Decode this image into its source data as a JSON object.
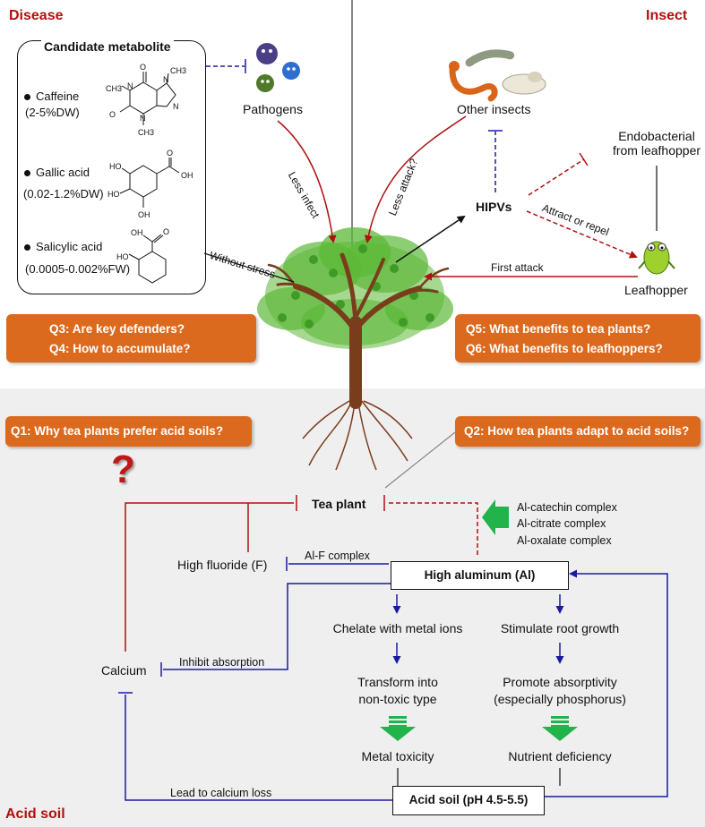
{
  "sections": {
    "disease": "Disease",
    "insect": "Insect",
    "acid_soil": "Acid soil"
  },
  "candidate": {
    "title": "Candidate metabolite",
    "items": [
      {
        "name": "Caffeine",
        "amount": "(2-5%DW)"
      },
      {
        "name": "Gallic acid",
        "amount": "(0.02-1.2%DW)"
      },
      {
        "name": "Salicylic acid",
        "amount": "(0.0005-0.002%FW)"
      }
    ],
    "caffeine_atoms": {
      "o1": "O",
      "o2": "O",
      "ch3_a": "CH3",
      "ch3_b": "CH3",
      "ch3_c": "CH3",
      "n1": "N",
      "n2": "N",
      "n3": "N",
      "n4": "N"
    },
    "gallic_atoms": {
      "ho1": "HO",
      "ho2": "HO",
      "oh1": "OH",
      "oh2": "OH",
      "o": "O"
    },
    "salicylic_atoms": {
      "ho": "HO",
      "oh": "OH",
      "o": "O"
    }
  },
  "top": {
    "pathogens": "Pathogens",
    "other_insects": "Other insects",
    "endobacterial_1": "Endobacterial",
    "endobacterial_2": "from leafhopper",
    "hipvs": "HIPVs",
    "leafhopper": "Leafhopper",
    "less_infect": "Less infect",
    "less_attack": "Less attack?",
    "attract_repel": "Attract or repel",
    "first_attack": "First attack",
    "without_stress": "Without stress"
  },
  "questions": {
    "q1": "Q1: Why tea plants prefer acid soils?",
    "q2": "Q2: How tea plants adapt to acid soils?",
    "q3": "Q3: Are key defenders?",
    "q4": "Q4: How to accumulate?",
    "q5": "Q5: What benefits to tea plants?",
    "q6": "Q6: What benefits to leafhoppers?",
    "question_mark": "?"
  },
  "soil": {
    "tea_plant": "Tea plant",
    "complexes": [
      "Al-catechin complex",
      "Al-citrate complex",
      "Al-oxalate complex"
    ],
    "high_fluoride": "High fluoride (F)",
    "al_f_complex": "Al-F complex",
    "high_aluminum": "High aluminum (Al)",
    "chelate": "Chelate with metal ions",
    "stimulate": "Stimulate root growth",
    "transform_1": "Transform into",
    "transform_2": "non-toxic type",
    "promote_1": "Promote absorptivity",
    "promote_2": "(especially phosphorus)",
    "metal_toxicity": "Metal toxicity",
    "nutrient_deficiency": "Nutrient deficiency",
    "calcium": "Calcium",
    "inhibit_absorption": "Inhibit absorption",
    "lead_calcium_loss": "Lead to calcium loss",
    "acid_soil_box": "Acid soil (pH 4.5-5.5)"
  },
  "colors": {
    "section_red": "#b01010",
    "inhibit_red": "#b01010",
    "inhibit_blue": "#1a1aa0",
    "question_orange": "#dc6a1e",
    "green_arrow": "#22b34a",
    "tree_trunk": "#7a3d1c",
    "leaf_green": "#5cb837",
    "panel_gray": "#efefef"
  },
  "icons": [
    "pathogen-icon",
    "worm-icon",
    "caterpillar-icon",
    "moth-icon",
    "leafhopper-icon",
    "tea-tree-icon",
    "question-mark-icon"
  ]
}
